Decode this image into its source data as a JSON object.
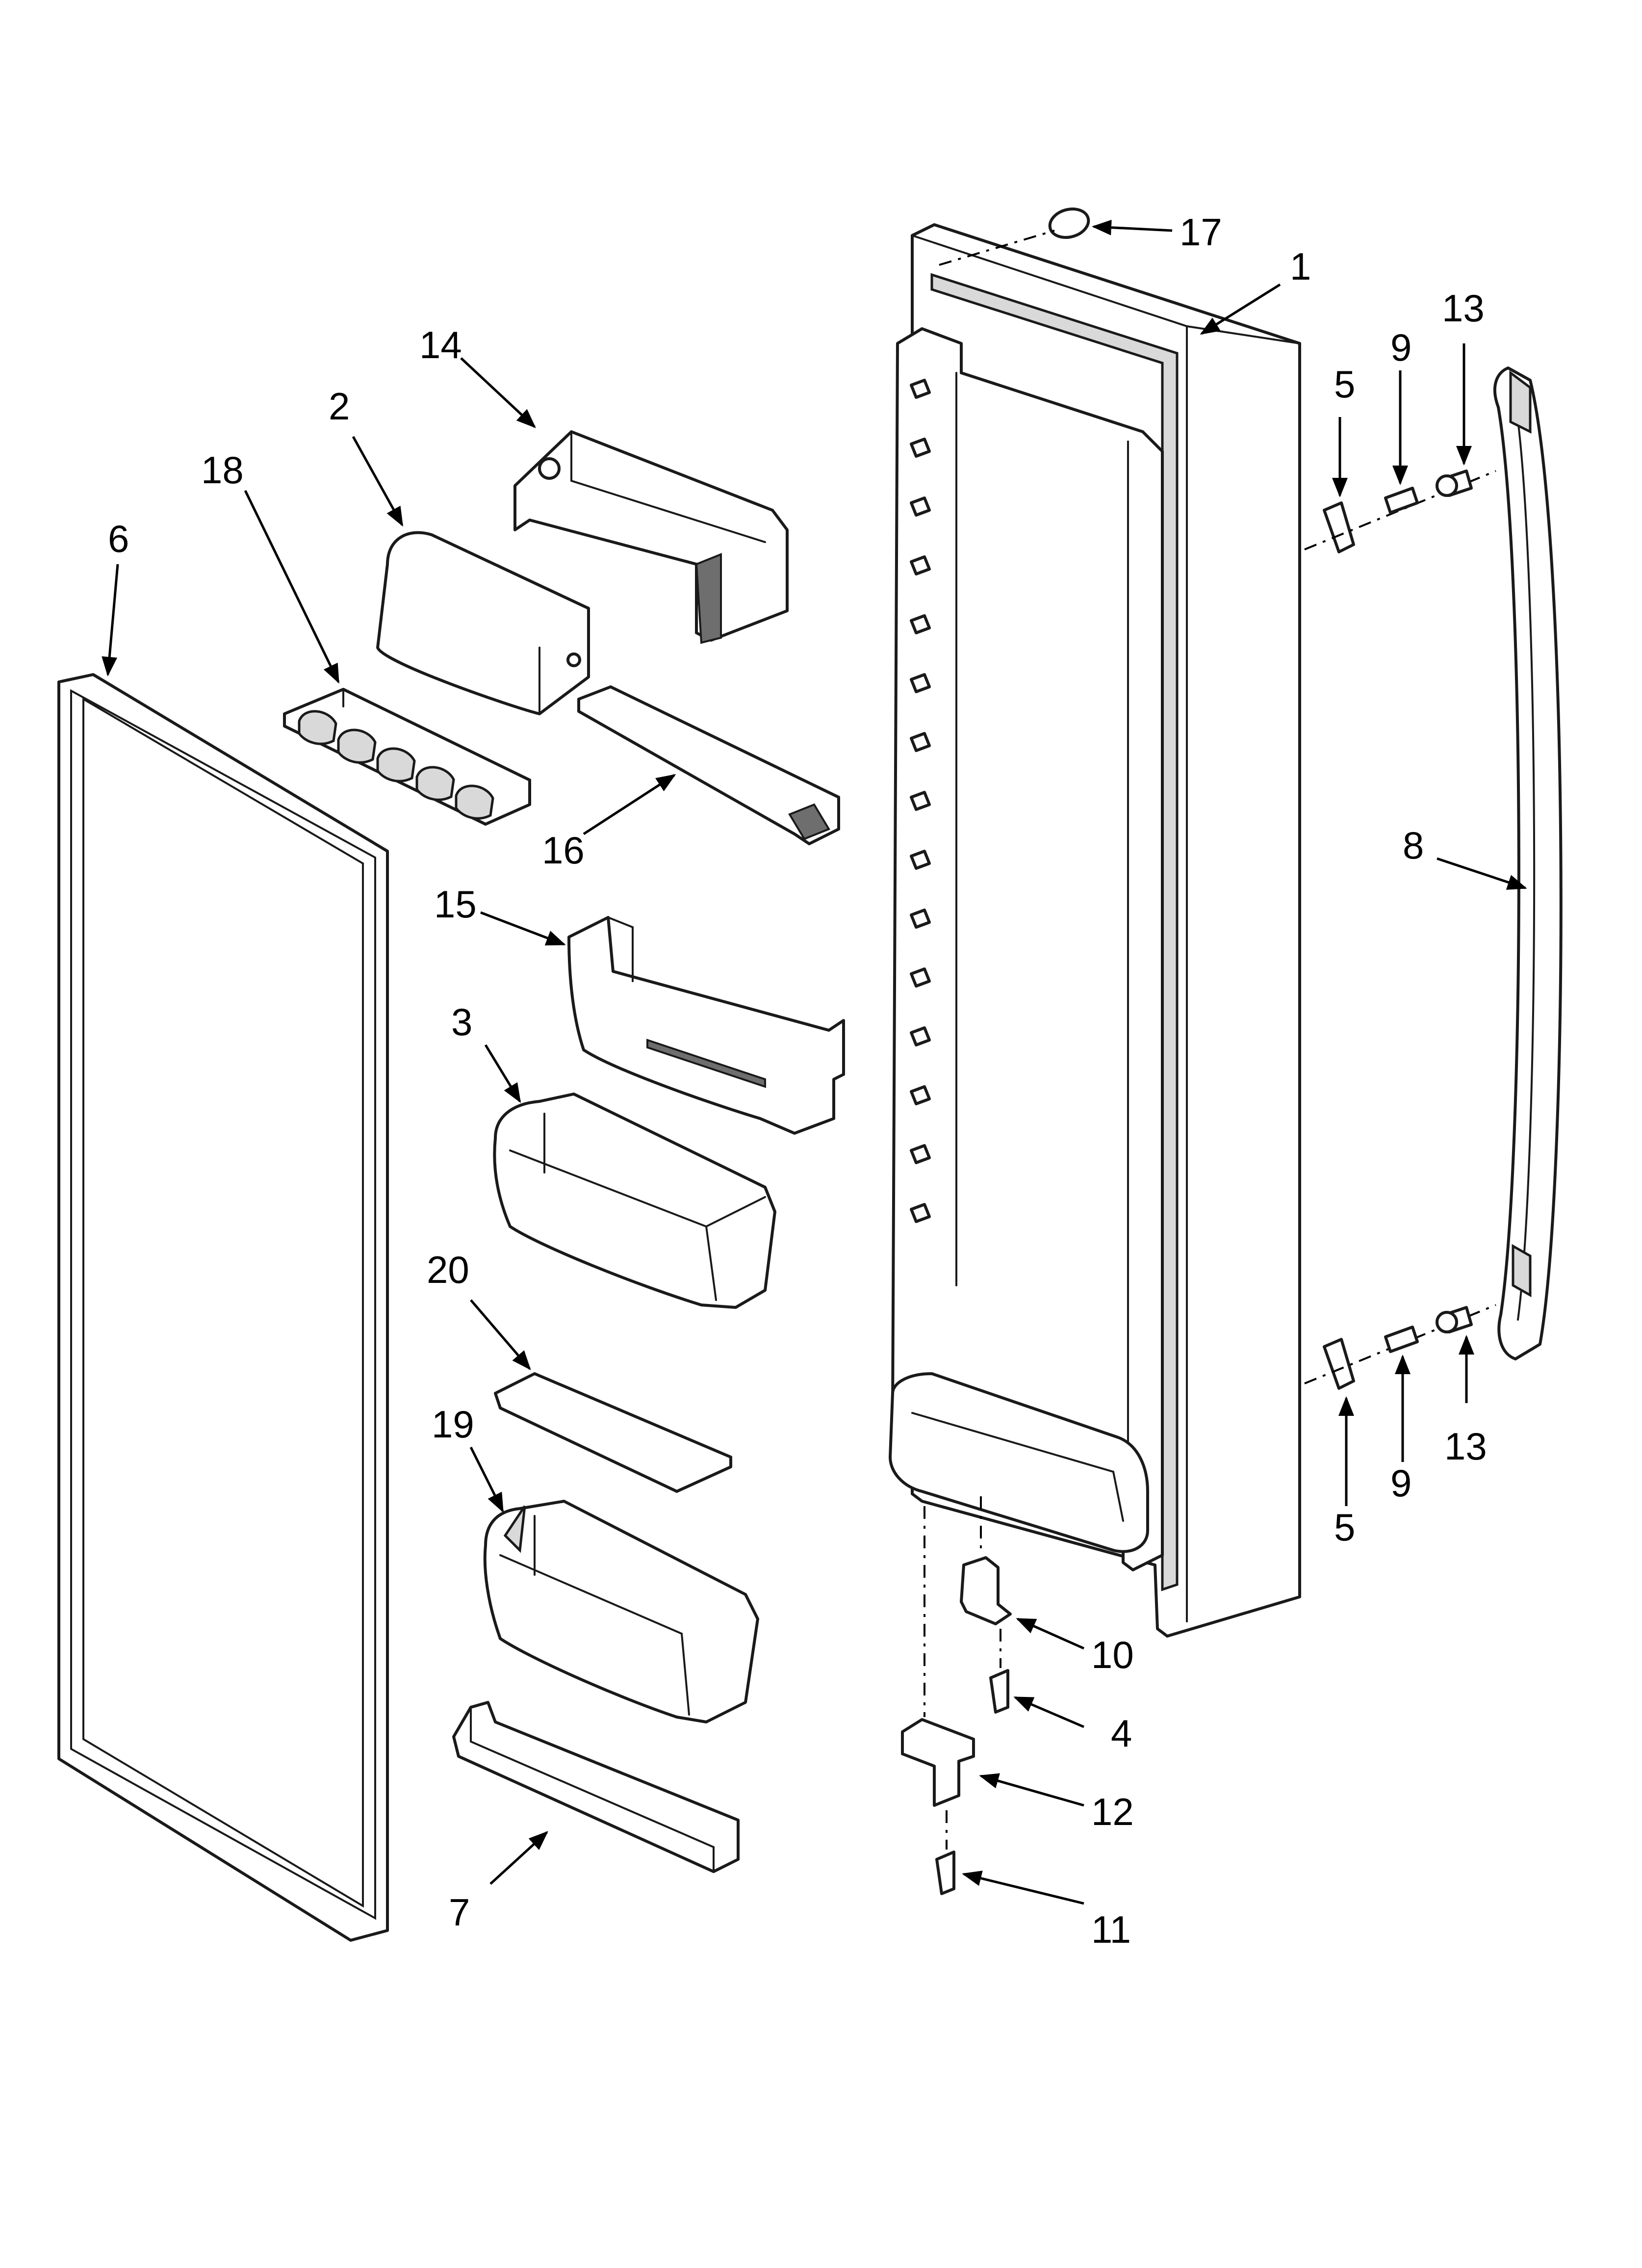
{
  "callouts": {
    "c1": "1",
    "c2": "2",
    "c3": "3",
    "c4": "4",
    "c5a": "5",
    "c5b": "5",
    "c6": "6",
    "c7": "7",
    "c8": "8",
    "c9a": "9",
    "c9b": "9",
    "c10": "10",
    "c11": "11",
    "c12": "12",
    "c13a": "13",
    "c13b": "13",
    "c14": "14",
    "c15": "15",
    "c16": "16",
    "c17": "17",
    "c18": "18",
    "c19": "19",
    "c20": "20"
  }
}
